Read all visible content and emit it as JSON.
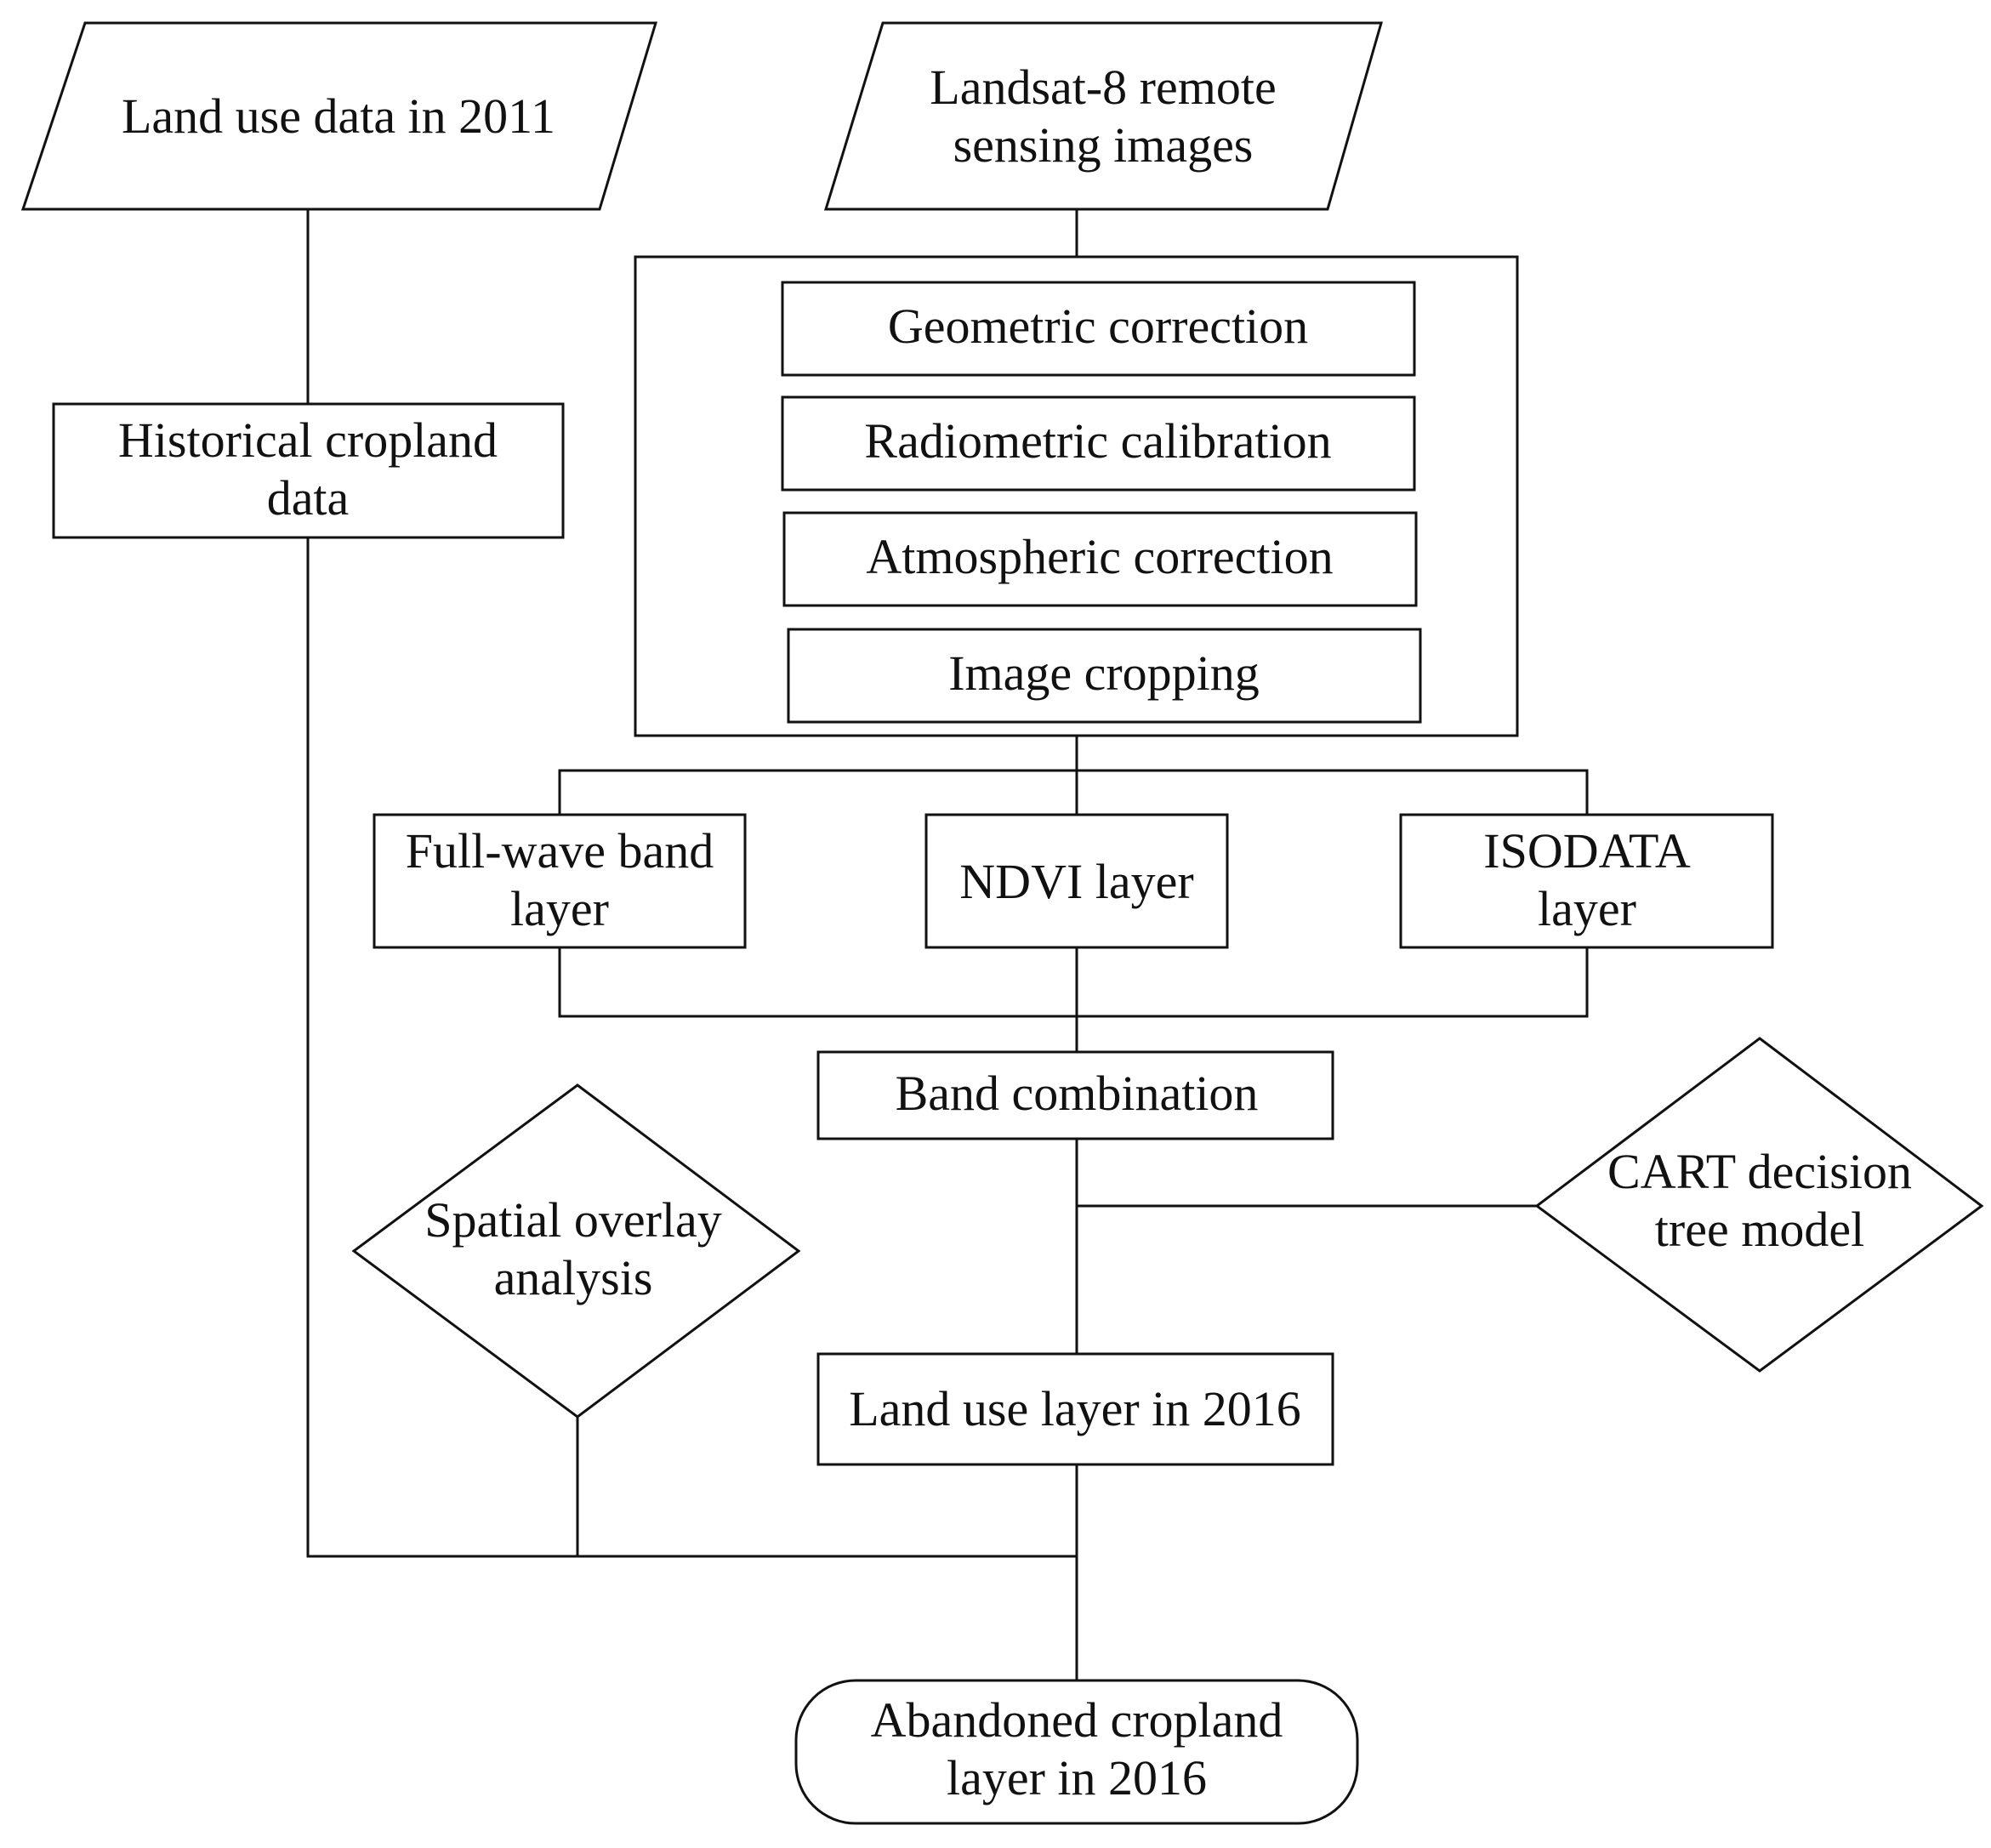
{
  "nodes": {
    "land_use_2011": {
      "lines": [
        "Land use data in 2011"
      ]
    },
    "landsat": {
      "lines": [
        "Landsat-8 remote",
        "sensing images"
      ]
    },
    "historical": {
      "lines": [
        "Historical cropland",
        "data"
      ]
    },
    "geometric": {
      "lines": [
        "Geometric correction"
      ]
    },
    "radiometric": {
      "lines": [
        "Radiometric calibration"
      ]
    },
    "atmospheric": {
      "lines": [
        "Atmospheric correction"
      ]
    },
    "cropping": {
      "lines": [
        "Image cropping"
      ]
    },
    "fullwave": {
      "lines": [
        "Full-wave band",
        "layer"
      ]
    },
    "ndvi": {
      "lines": [
        "NDVI layer"
      ]
    },
    "isodata": {
      "lines": [
        "ISODATA",
        "layer"
      ]
    },
    "band_combination": {
      "lines": [
        "Band combination"
      ]
    },
    "cart": {
      "lines": [
        "CART decision",
        "tree model"
      ]
    },
    "spatial_overlay": {
      "lines": [
        "Spatial overlay",
        "analysis"
      ]
    },
    "land_use_2016": {
      "lines": [
        "Land use layer in 2016"
      ]
    },
    "abandoned": {
      "lines": [
        "Abandoned cropland",
        "layer in 2016"
      ]
    }
  }
}
